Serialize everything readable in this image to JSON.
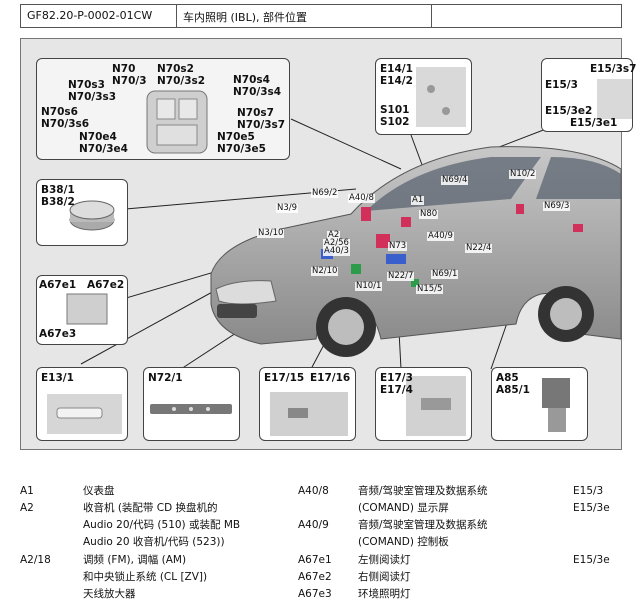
{
  "header": {
    "doc_id": "GF82.20-P-0002-01CW",
    "title": "车内照明 (IBL), 部件位置"
  },
  "diagram": {
    "roof_module_labels": [
      "N70",
      "N70/3",
      "N70s2",
      "N70/3s2",
      "N70s3",
      "N70/3s3",
      "N70s4",
      "N70/3s4",
      "N70s6",
      "N70/3s6",
      "N70s7",
      "N70/3s7",
      "N70e4",
      "N70/3e4",
      "N70e5",
      "N70/3e5"
    ],
    "e14_labels": [
      "E14/1",
      "E14/2",
      "S101",
      "S102"
    ],
    "e15_labels": [
      "E15/3s7",
      "E15/3",
      "E15/3e2",
      "E15/3e1"
    ],
    "b38_labels": [
      "B38/1",
      "B38/2"
    ],
    "a67_labels": [
      "A67e1",
      "A67e2",
      "A67e3"
    ],
    "bottom_boxes": [
      "E13/1",
      "N72/1",
      "E17/15",
      "E17/16",
      "E17/3",
      "E17/4",
      "A85",
      "A85/1"
    ],
    "car_callouts": [
      "N69/2",
      "A40/8",
      "A1",
      "N69/4",
      "N10/2",
      "N69/3",
      "N3/9",
      "N80",
      "N3/10",
      "A2",
      "A2/56",
      "A40/3",
      "N73",
      "A40/9",
      "N22/4",
      "N69/1",
      "N2/10",
      "N22/7",
      "N10/1",
      "N15/5"
    ]
  },
  "legend": {
    "col1": [
      {
        "code": "A1",
        "desc": [
          "仪表盘"
        ]
      },
      {
        "code": "A2",
        "desc": [
          "收音机 (装配带 CD 换盘机的",
          "Audio 20/代码 (510) 或装配 MB",
          "Audio 20 收音机/代码 (523))"
        ]
      },
      {
        "code": "A2/18",
        "desc": [
          "调频 (FM), 调幅 (AM)",
          "和中央锁止系统 (CL [ZV])",
          "天线放大器"
        ]
      }
    ],
    "col2": [
      {
        "code": "A40/8",
        "desc": [
          "音频/驾驶室管理及数据系统",
          "(COMAND) 显示屏"
        ]
      },
      {
        "code": "A40/9",
        "desc": [
          "音频/驾驶室管理及数据系统",
          "(COMAND) 控制板"
        ]
      },
      {
        "code": "A67e1",
        "desc": [
          "左侧阅读灯"
        ]
      },
      {
        "code": "A67e2",
        "desc": [
          "右侧阅读灯"
        ]
      },
      {
        "code": "A67e3",
        "desc": [
          "环境照明灯"
        ]
      }
    ],
    "col3": [
      "E15/3",
      "E15/3e",
      "",
      "E15/3e"
    ]
  }
}
